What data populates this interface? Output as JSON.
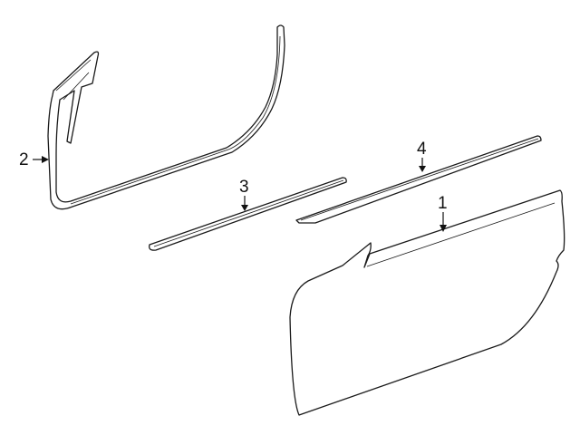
{
  "callouts": [
    {
      "number": "1",
      "part": "door-shell"
    },
    {
      "number": "2",
      "part": "door-weatherstrip"
    },
    {
      "number": "3",
      "part": "lower-molding"
    },
    {
      "number": "4",
      "part": "belt-molding"
    }
  ],
  "colors": {
    "line": "#1a1a1a",
    "background": "#ffffff"
  }
}
